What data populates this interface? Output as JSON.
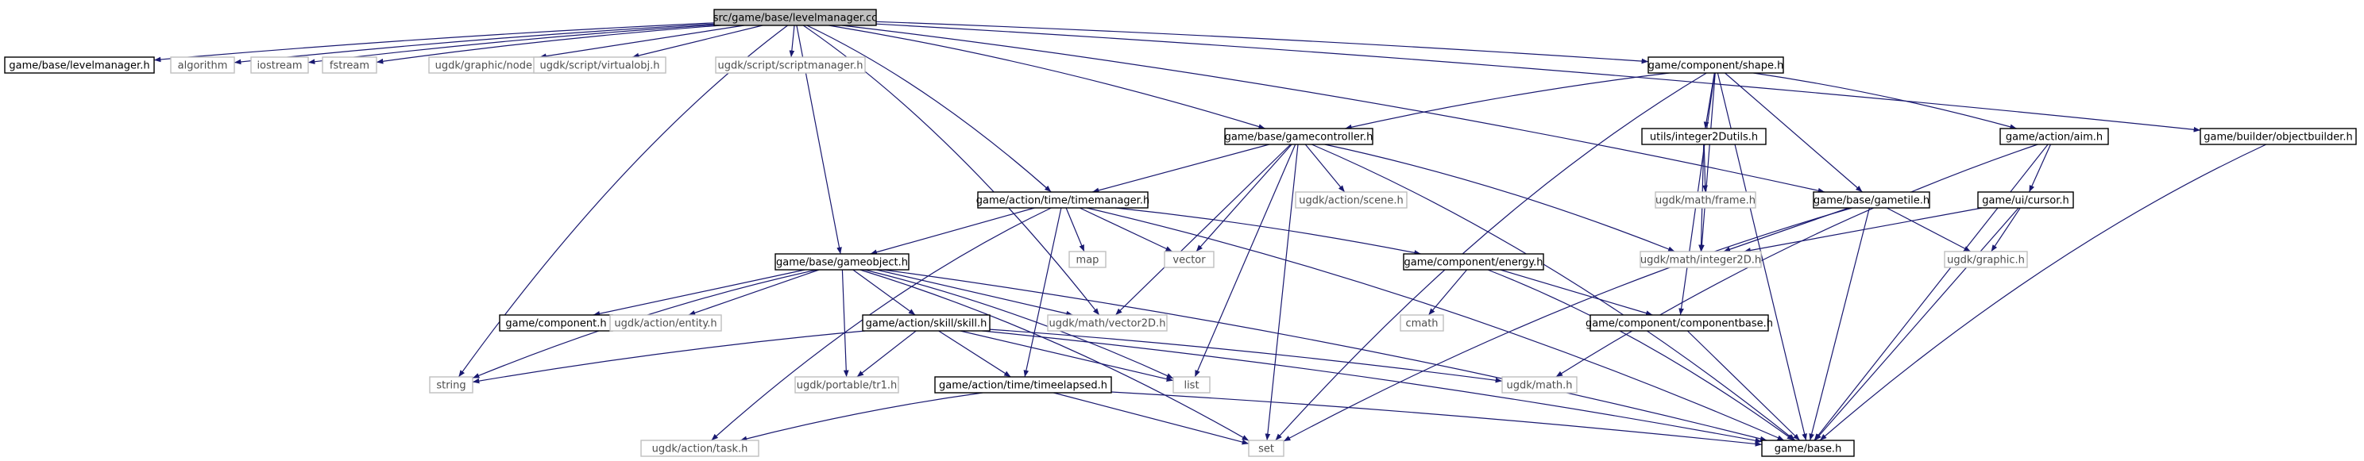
{
  "colors": {
    "edge": "#191970",
    "root_fill": "#bfbfbf",
    "local_stroke": "#000000",
    "system_stroke": "#bfbfbf",
    "system_text": "#4d4d4d",
    "text": "#000000"
  },
  "nodes": [
    {
      "id": "levelmanager_cc",
      "label": "src/game/base/levelmanager.cc",
      "kind": "root"
    },
    {
      "id": "levelmanager_h",
      "label": "game/base/levelmanager.h",
      "kind": "local"
    },
    {
      "id": "algorithm",
      "label": "algorithm",
      "kind": "system"
    },
    {
      "id": "iostream",
      "label": "iostream",
      "kind": "system"
    },
    {
      "id": "fstream",
      "label": "fstream",
      "kind": "system"
    },
    {
      "id": "graphic_node",
      "label": "ugdk/graphic/node.h",
      "kind": "system"
    },
    {
      "id": "virtualobj",
      "label": "ugdk/script/virtualobj.h",
      "kind": "system"
    },
    {
      "id": "scriptmanager",
      "label": "ugdk/script/scriptmanager.h",
      "kind": "system"
    },
    {
      "id": "shape_h",
      "label": "game/component/shape.h",
      "kind": "local"
    },
    {
      "id": "objectbuilder",
      "label": "game/builder/objectbuilder.h",
      "kind": "local"
    },
    {
      "id": "gamecontroller",
      "label": "game/base/gamecontroller.h",
      "kind": "local"
    },
    {
      "id": "integer2dutils",
      "label": "utils/integer2Dutils.h",
      "kind": "local"
    },
    {
      "id": "aim",
      "label": "game/action/aim.h",
      "kind": "local"
    },
    {
      "id": "timemanager",
      "label": "game/action/time/timemanager.h",
      "kind": "local"
    },
    {
      "id": "action_scene",
      "label": "ugdk/action/scene.h",
      "kind": "system"
    },
    {
      "id": "math_frame",
      "label": "ugdk/math/frame.h",
      "kind": "system"
    },
    {
      "id": "ui_cursor",
      "label": "game/ui/cursor.h",
      "kind": "local"
    },
    {
      "id": "gametile",
      "label": "game/base/gametile.h",
      "kind": "local"
    },
    {
      "id": "map",
      "label": "map",
      "kind": "system"
    },
    {
      "id": "vector",
      "label": "vector",
      "kind": "system"
    },
    {
      "id": "math_integer2d",
      "label": "ugdk/math/integer2D.h",
      "kind": "system"
    },
    {
      "id": "graphic_h",
      "label": "ugdk/graphic.h",
      "kind": "system"
    },
    {
      "id": "gameobject",
      "label": "game/base/gameobject.h",
      "kind": "local"
    },
    {
      "id": "energy",
      "label": "game/component/energy.h",
      "kind": "local"
    },
    {
      "id": "cmath",
      "label": "cmath",
      "kind": "system"
    },
    {
      "id": "component_h",
      "label": "game/component.h",
      "kind": "local"
    },
    {
      "id": "action_entity",
      "label": "ugdk/action/entity.h",
      "kind": "system"
    },
    {
      "id": "skill",
      "label": "game/action/skill/skill.h",
      "kind": "local"
    },
    {
      "id": "math_vector2d",
      "label": "ugdk/math/vector2D.h",
      "kind": "system"
    },
    {
      "id": "componentbase",
      "label": "game/component/componentbase.h",
      "kind": "local"
    },
    {
      "id": "string",
      "label": "string",
      "kind": "system"
    },
    {
      "id": "portable_tr1",
      "label": "ugdk/portable/tr1.h",
      "kind": "system"
    },
    {
      "id": "list",
      "label": "list",
      "kind": "system"
    },
    {
      "id": "timeelapsed",
      "label": "game/action/time/timeelapsed.h",
      "kind": "local"
    },
    {
      "id": "math_h",
      "label": "ugdk/math.h",
      "kind": "system"
    },
    {
      "id": "action_task",
      "label": "ugdk/action/task.h",
      "kind": "system"
    },
    {
      "id": "set",
      "label": "set",
      "kind": "system"
    },
    {
      "id": "base_h",
      "label": "game/base.h",
      "kind": "local"
    }
  ],
  "edges": [
    [
      "levelmanager_cc",
      "levelmanager_h"
    ],
    [
      "levelmanager_cc",
      "algorithm"
    ],
    [
      "levelmanager_cc",
      "iostream"
    ],
    [
      "levelmanager_cc",
      "fstream"
    ],
    [
      "levelmanager_cc",
      "graphic_node"
    ],
    [
      "levelmanager_cc",
      "virtualobj"
    ],
    [
      "levelmanager_cc",
      "scriptmanager"
    ],
    [
      "levelmanager_cc",
      "shape_h"
    ],
    [
      "levelmanager_cc",
      "objectbuilder"
    ],
    [
      "levelmanager_cc",
      "gamecontroller"
    ],
    [
      "levelmanager_cc",
      "timemanager"
    ],
    [
      "levelmanager_cc",
      "gametile"
    ],
    [
      "levelmanager_cc",
      "gameobject"
    ],
    [
      "levelmanager_cc",
      "math_vector2d"
    ],
    [
      "levelmanager_cc",
      "string"
    ],
    [
      "shape_h",
      "gamecontroller"
    ],
    [
      "shape_h",
      "integer2dutils"
    ],
    [
      "shape_h",
      "aim"
    ],
    [
      "shape_h",
      "gametile"
    ],
    [
      "shape_h",
      "math_integer2d"
    ],
    [
      "shape_h",
      "componentbase"
    ],
    [
      "shape_h",
      "set"
    ],
    [
      "shape_h",
      "base_h"
    ],
    [
      "objectbuilder",
      "base_h"
    ],
    [
      "gamecontroller",
      "timemanager"
    ],
    [
      "gamecontroller",
      "action_scene"
    ],
    [
      "gamecontroller",
      "vector"
    ],
    [
      "gamecontroller",
      "math_integer2d"
    ],
    [
      "gamecontroller",
      "math_vector2d"
    ],
    [
      "gamecontroller",
      "list"
    ],
    [
      "gamecontroller",
      "set"
    ],
    [
      "gamecontroller",
      "base_h"
    ],
    [
      "integer2dutils",
      "math_frame"
    ],
    [
      "integer2dutils",
      "math_integer2d"
    ],
    [
      "aim",
      "ui_cursor"
    ],
    [
      "aim",
      "math_h"
    ],
    [
      "aim",
      "base_h"
    ],
    [
      "ui_cursor",
      "math_integer2d"
    ],
    [
      "ui_cursor",
      "graphic_h"
    ],
    [
      "ui_cursor",
      "base_h"
    ],
    [
      "gametile",
      "math_integer2d"
    ],
    [
      "gametile",
      "graphic_h"
    ],
    [
      "gametile",
      "set"
    ],
    [
      "gametile",
      "base_h"
    ],
    [
      "timemanager",
      "map"
    ],
    [
      "timemanager",
      "vector"
    ],
    [
      "timemanager",
      "gameobject"
    ],
    [
      "timemanager",
      "energy"
    ],
    [
      "timemanager",
      "timeelapsed"
    ],
    [
      "timemanager",
      "action_task"
    ],
    [
      "timemanager",
      "base_h"
    ],
    [
      "gameobject",
      "component_h"
    ],
    [
      "gameobject",
      "action_entity"
    ],
    [
      "gameobject",
      "skill"
    ],
    [
      "gameobject",
      "math_vector2d"
    ],
    [
      "gameobject",
      "string"
    ],
    [
      "gameobject",
      "portable_tr1"
    ],
    [
      "gameobject",
      "list"
    ],
    [
      "gameobject",
      "set"
    ],
    [
      "gameobject",
      "base_h"
    ],
    [
      "energy",
      "cmath"
    ],
    [
      "energy",
      "componentbase"
    ],
    [
      "energy",
      "base_h"
    ],
    [
      "componentbase",
      "base_h"
    ],
    [
      "skill",
      "string"
    ],
    [
      "skill",
      "portable_tr1"
    ],
    [
      "skill",
      "list"
    ],
    [
      "skill",
      "timeelapsed"
    ],
    [
      "skill",
      "math_h"
    ],
    [
      "skill",
      "base_h"
    ],
    [
      "timeelapsed",
      "action_task"
    ],
    [
      "timeelapsed",
      "set"
    ],
    [
      "timeelapsed",
      "base_h"
    ]
  ]
}
